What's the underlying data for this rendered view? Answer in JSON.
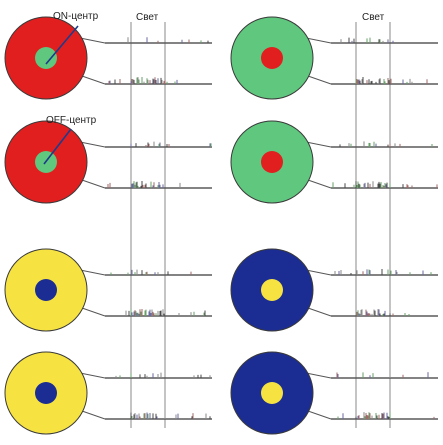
{
  "labels": {
    "on_center": "ON-центр",
    "off_center": "OFF-центр",
    "light": "Свет"
  },
  "colors": {
    "red": "#e21f1f",
    "green": "#5fc77e",
    "yellow": "#f6e342",
    "blue": "#1b2d93",
    "pointer": "#1e3a8a",
    "outline": "#3a3a3a",
    "trace": "#5a5a5a"
  },
  "panels": [
    {
      "title": "Свет",
      "cells": [
        {
          "surround": "red",
          "center": "green",
          "traces": [
            "moderate",
            "increased"
          ]
        },
        {
          "surround": "red",
          "center": "green",
          "traces": [
            "moderate",
            "increased"
          ]
        },
        {
          "surround": "yellow",
          "center": "blue",
          "traces": [
            "moderate",
            "increased"
          ]
        },
        {
          "surround": "yellow",
          "center": "blue",
          "traces": [
            "moderate",
            "increased"
          ]
        }
      ]
    },
    {
      "title": "Свет",
      "cells": [
        {
          "surround": "green",
          "center": "red",
          "traces": [
            "moderate",
            "increased"
          ]
        },
        {
          "surround": "green",
          "center": "red",
          "traces": [
            "moderate",
            "increased"
          ]
        },
        {
          "surround": "blue",
          "center": "yellow",
          "traces": [
            "moderate",
            "increased"
          ]
        },
        {
          "surround": "blue",
          "center": "yellow",
          "traces": [
            "moderate",
            "increased"
          ]
        }
      ]
    }
  ]
}
